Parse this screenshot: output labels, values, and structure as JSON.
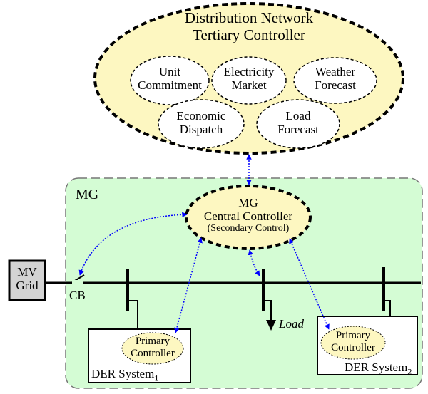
{
  "tertiary": {
    "title_line1": "Distribution Network",
    "title_line2": "Tertiary Controller",
    "functions": [
      {
        "line1": "Unit",
        "line2": "Commitment"
      },
      {
        "line1": "Electricity",
        "line2": "Market"
      },
      {
        "line1": "Weather",
        "line2": "Forecast"
      },
      {
        "line1": "Economic",
        "line2": "Dispatch"
      },
      {
        "line1": "Load",
        "line2": "Forecast"
      }
    ]
  },
  "microgrid": {
    "label": "MG",
    "central_controller": {
      "line1": "MG",
      "line2": "Central Controller",
      "line3": "(Secondary Control)"
    }
  },
  "grid": {
    "line1": "MV",
    "line2": "Grid"
  },
  "breaker_label": "CB",
  "load_label": "Load",
  "der_systems": [
    {
      "label": "DER System",
      "subscript": "1",
      "controller_line1": "Primary",
      "controller_line2": "Controller"
    },
    {
      "label": "DER System",
      "subscript": "2",
      "controller_line1": "Primary",
      "controller_line2": "Controller"
    }
  ],
  "colors": {
    "tertiary_fill": "#fdf7c1",
    "mg_area_fill": "#d4fcd4",
    "central_fill": "#fdf7c1",
    "primary_fill": "#fdf7c1",
    "grid_box_fill": "#d3d3d3",
    "comm_link": "#0000ff"
  }
}
